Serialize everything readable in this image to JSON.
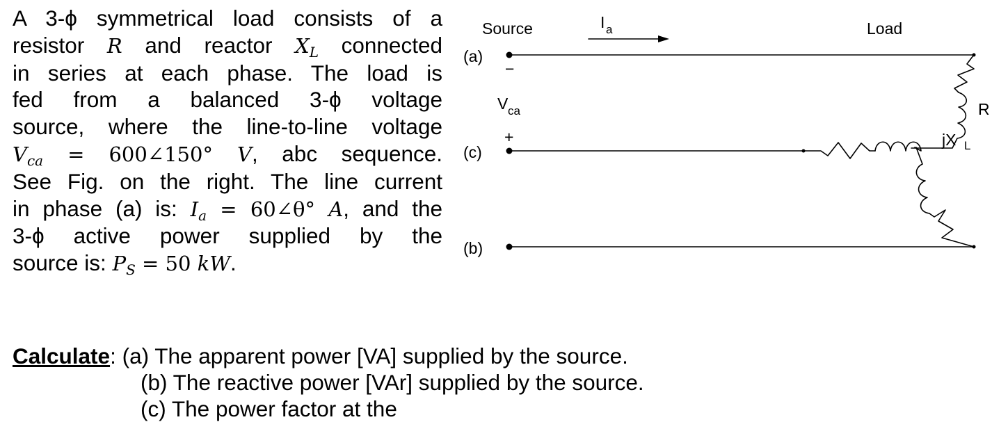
{
  "problem": {
    "l1": "A 3-ϕ symmetrical load consists of a",
    "l2a": "resistor",
    "l2b": "and reactor",
    "l2c": "connected",
    "l3": "in series at each phase. The load is",
    "l4": "fed from a balanced 3-ϕ voltage",
    "l5": "source, where the line-to-line voltage",
    "l6a": ",",
    "l6b": "abc sequence.",
    "l7": "See Fig. on the right. The line current",
    "l8a": "in phase (a) is:",
    "l8b": ", and the",
    "l9": "3-ϕ active power supplied by the",
    "l10a": "source is:",
    "l10b": "."
  },
  "math": {
    "R": "R",
    "X": "X",
    "X_sub": "L",
    "Vca": "V",
    "Vca_sub": "ca",
    "Vca_rhs": "= 600∠150°",
    "Vca_unit": "V",
    "Ia": "I",
    "Ia_sub": "a",
    "Ia_rhs": "= 60∠θ°",
    "Ia_unit": "A",
    "Ps": "P",
    "Ps_sub": "S",
    "Ps_rhs": "= 50",
    "Ps_unit": "kW"
  },
  "task": {
    "head": "Calculate",
    "colon": ":",
    "a": " (a) The apparent power [VA] supplied by the source.",
    "b": "(b) The reactive power [VAr] supplied by the source.",
    "c": "(c) The power factor at the"
  },
  "diagram": {
    "source": "Source",
    "load": "Load",
    "Ia_main": "I",
    "Ia_sub": "a",
    "node_a": "(a)",
    "node_c": "(c)",
    "node_b": "(b)",
    "minus": "−",
    "plus": "+",
    "V_main": "V",
    "V_sub": "ca",
    "R": "R",
    "jX_main": "jX",
    "jX_sub": "L"
  }
}
